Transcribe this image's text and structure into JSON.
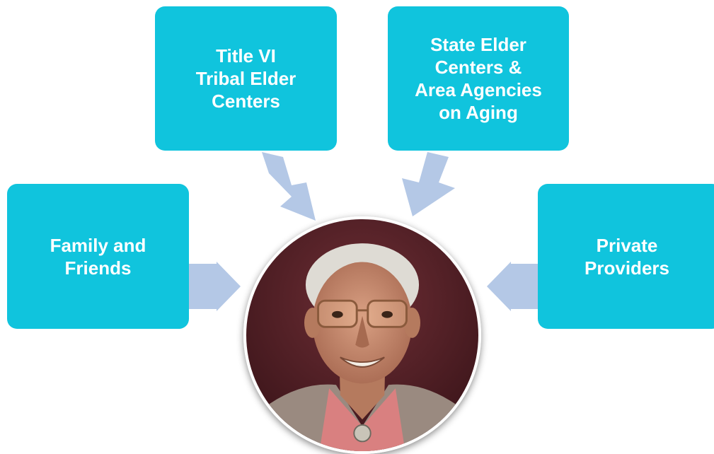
{
  "diagram": {
    "boxes": {
      "family": "Family and\nFriends",
      "title_vi": "Title VI\nTribal Elder\nCenters",
      "state": "State Elder\nCenters &\nArea Agencies\non Aging",
      "private": "Private\nProviders"
    },
    "colors": {
      "box": "#10c4dd",
      "arrow": "#b4c8e6",
      "text": "#ffffff"
    },
    "center_image": "elder-portrait"
  }
}
